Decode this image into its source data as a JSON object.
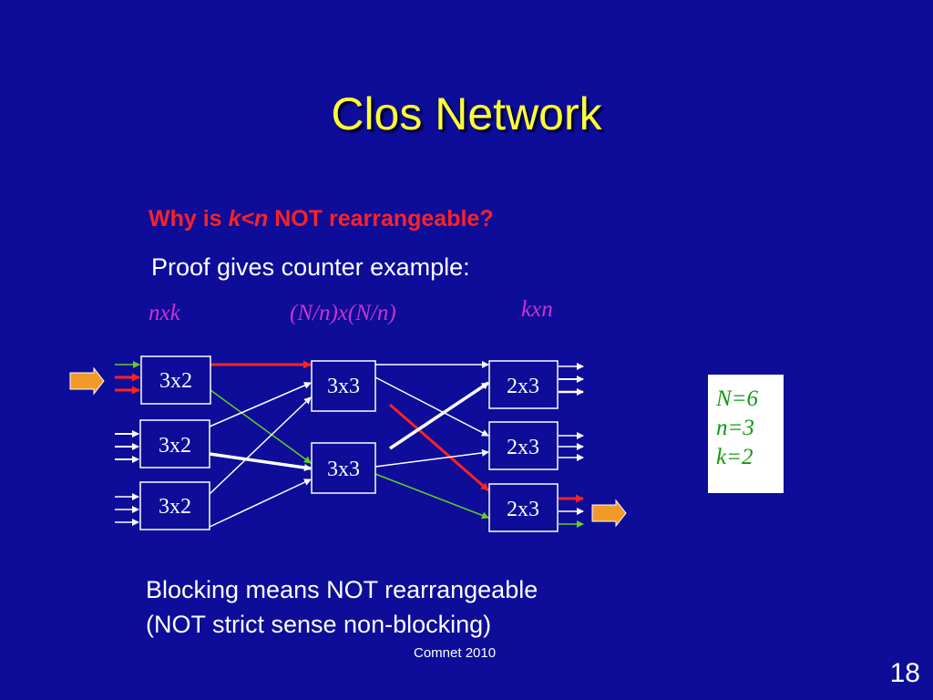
{
  "slide": {
    "title": "Clos Network",
    "question": {
      "part1": "Why is ",
      "part2": "k<n",
      "part3": " NOT rearrangeable?"
    },
    "proof_text": "Proof gives counter example:",
    "stage_labels": {
      "ingress": "nxk",
      "middle": "(N/n)x(N/n)",
      "egress": "kxn"
    },
    "diagram": {
      "ingress_switches": [
        "3x2",
        "3x2",
        "3x2"
      ],
      "middle_switches": [
        "3x3",
        "3x3"
      ],
      "egress_switches": [
        "2x3",
        "2x3",
        "2x3"
      ]
    },
    "parameters": [
      "N=6",
      "n=3",
      "k=2"
    ],
    "conclusion_line1": "Blocking means NOT rearrangeable",
    "conclusion_line2": "(NOT strict sense non-blocking)",
    "footer": "Comnet 2010",
    "slide_number": "18"
  },
  "colors": {
    "background": "#0d0d9a",
    "title": "#ffff33",
    "question": "#ff2222",
    "stage_label": "#cc33cc",
    "parameters": "#119911",
    "blocked_path": "#ff2222",
    "green_path": "#66cc22",
    "arrow_orange": "#f29a27"
  }
}
